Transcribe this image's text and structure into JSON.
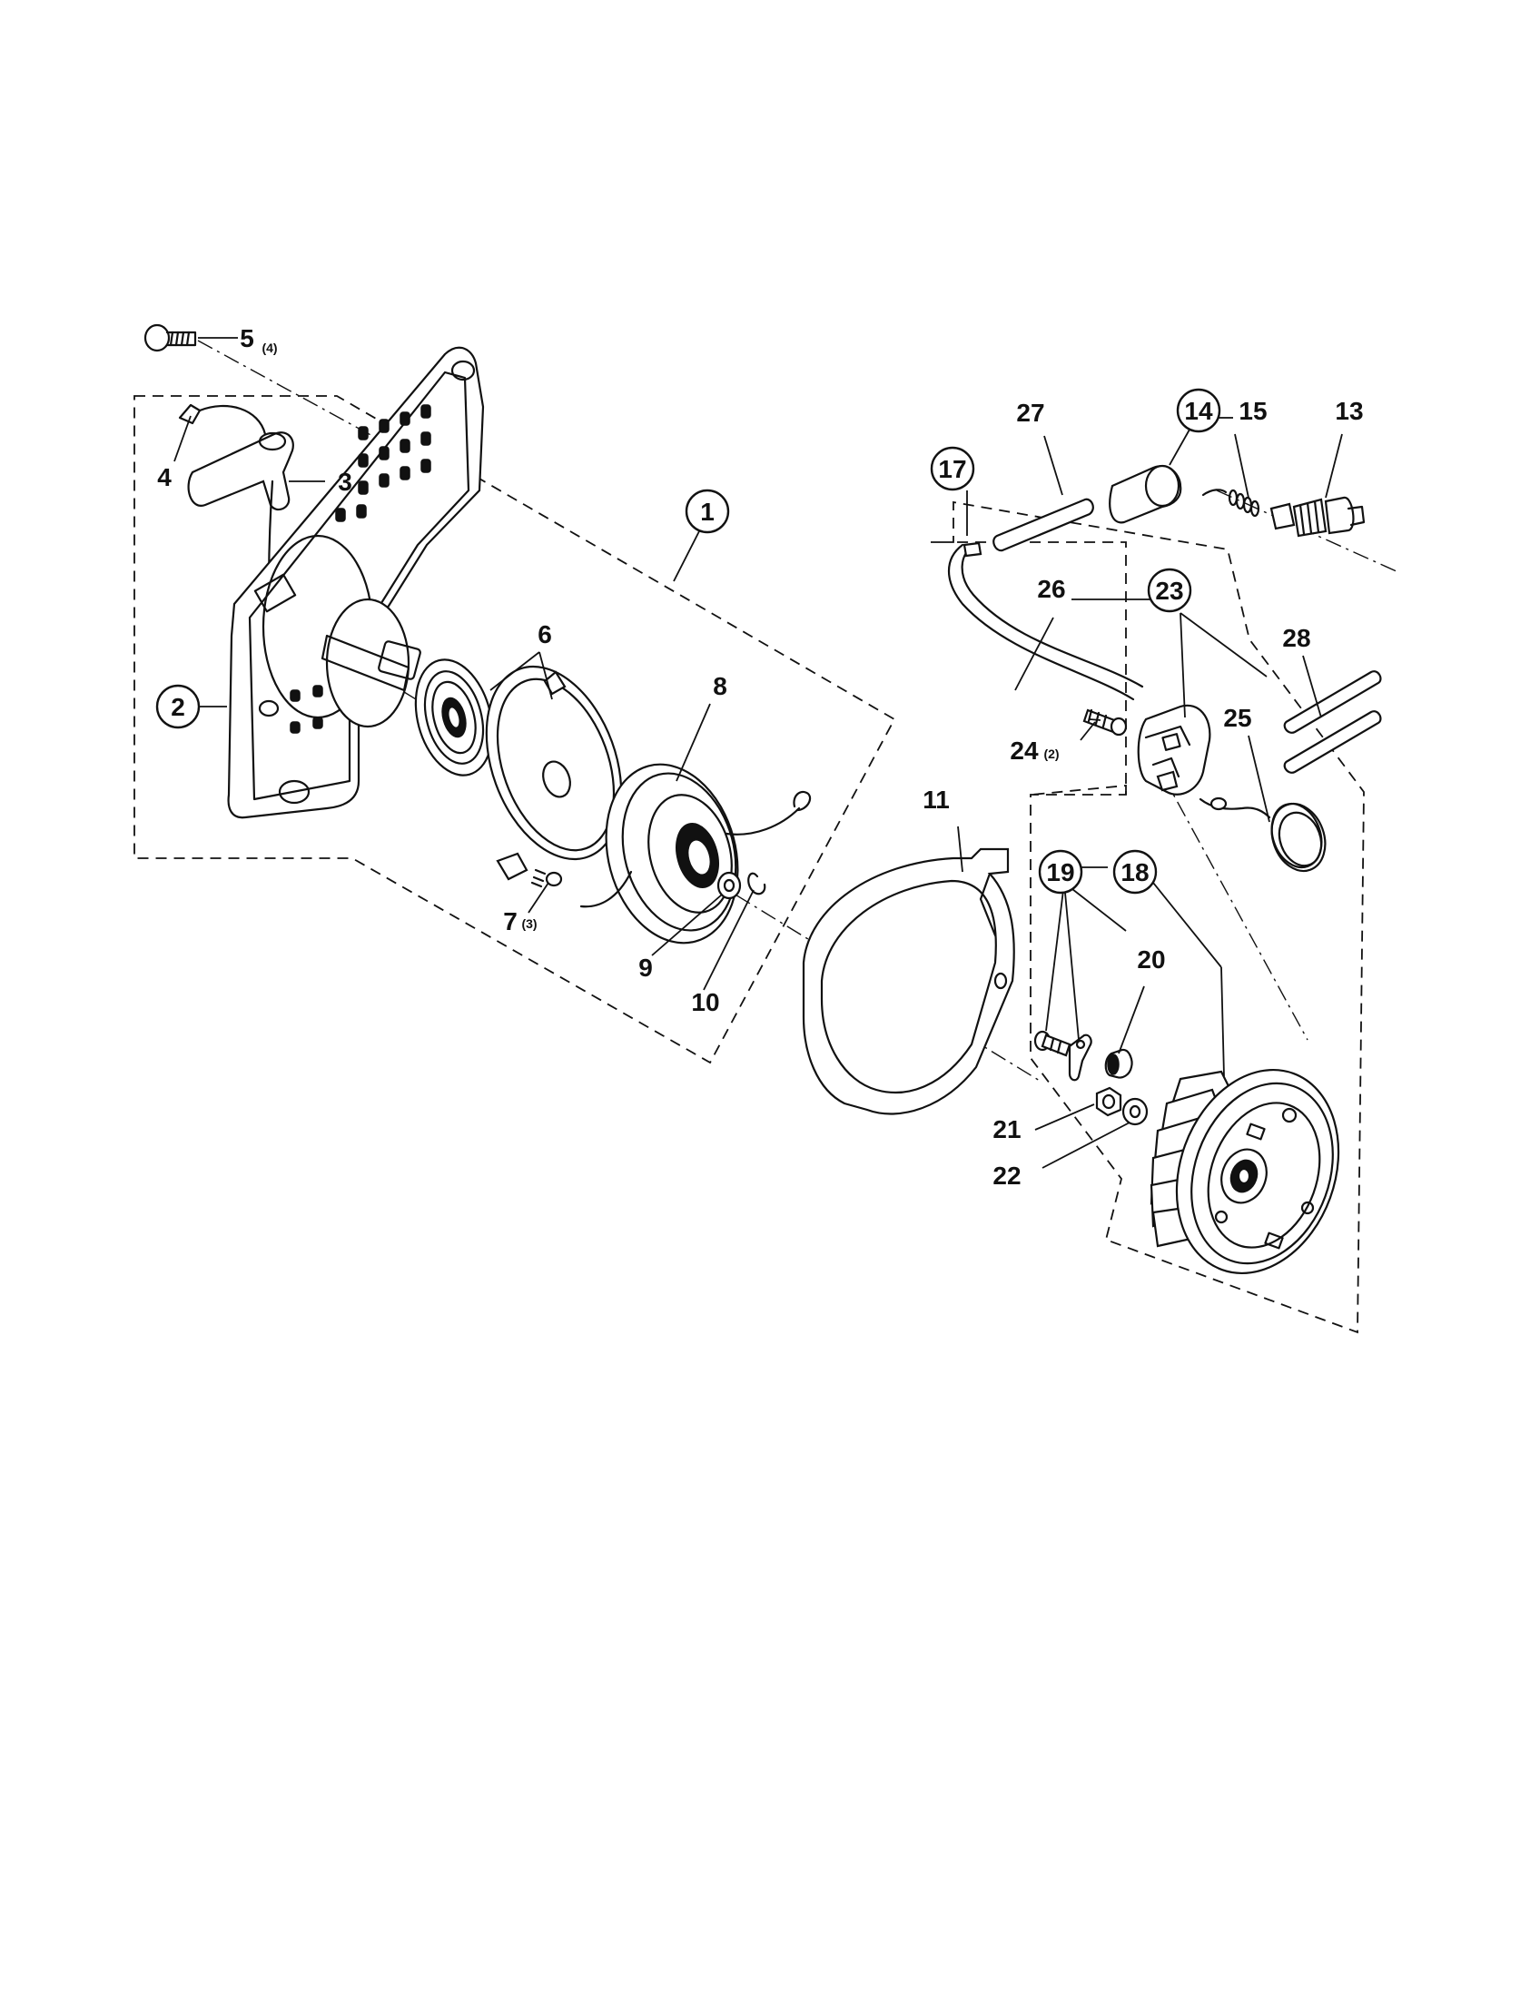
{
  "callouts": {
    "c1": "1",
    "c2": "2",
    "c3": "3",
    "c4": "4",
    "c5": "5",
    "c5q": "(4)",
    "c6": "6",
    "c7": "7",
    "c7q": "(3)",
    "c8": "8",
    "c9": "9",
    "c10": "10",
    "c11": "11",
    "c13": "13",
    "c14": "14",
    "c15": "15",
    "c17": "17",
    "c18": "18",
    "c19": "19",
    "c20": "20",
    "c21": "21",
    "c22": "22",
    "c23": "23",
    "c24": "24",
    "c24q": "(2)",
    "c25": "25",
    "c26": "26",
    "c27": "27",
    "c28": "28"
  }
}
